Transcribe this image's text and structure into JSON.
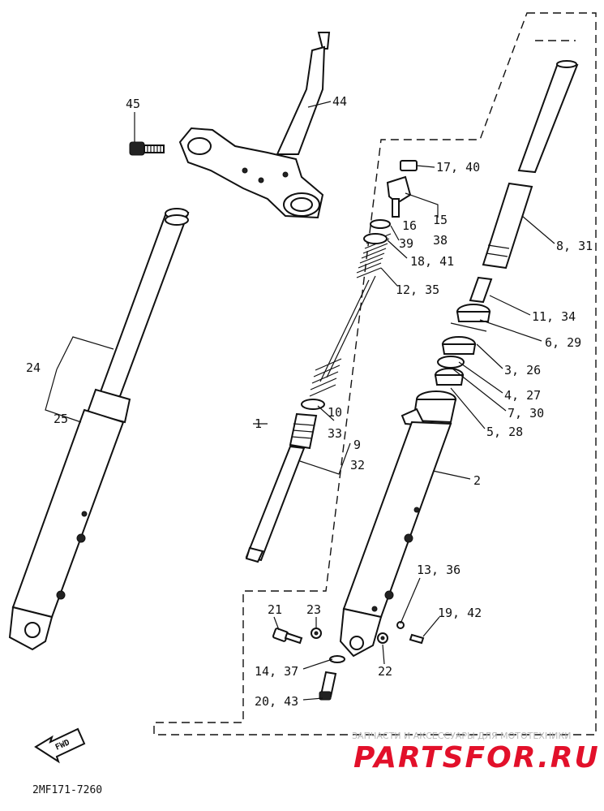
{
  "labels": {
    "l45": "45",
    "l44": "44",
    "l17_40": "17, 40",
    "l16": "16",
    "l15": "15",
    "l38": "38",
    "l39": "39",
    "l18_41": "18, 41",
    "l12_35": "12, 35",
    "l8_31": "8, 31",
    "l11_34": "11, 34",
    "l6_29": "6, 29",
    "l3_26": "3, 26",
    "l4_27": "4, 27",
    "l7_30": "7, 30",
    "l5_28": "5, 28",
    "l24": "24",
    "l25": "25",
    "l1": "1",
    "l10": "10",
    "l33": "33",
    "l9": "9",
    "l32": "32",
    "l2": "2",
    "l13_36": "13, 36",
    "l19_42": "19, 42",
    "l21": "21",
    "l23": "23",
    "l14_37": "14, 37",
    "l22": "22",
    "l20_43": "20, 43"
  },
  "fwd_label": "FWD",
  "diagram_code": "2MF171-7260",
  "watermark": {
    "tagline": "ЗАПЧАСТИ И АКСЕССУАРЫ ДЛЯ МОТОТЕХНИКИ",
    "brand": "PARTSFOR.RU",
    "brand_color": "#e2102a"
  }
}
